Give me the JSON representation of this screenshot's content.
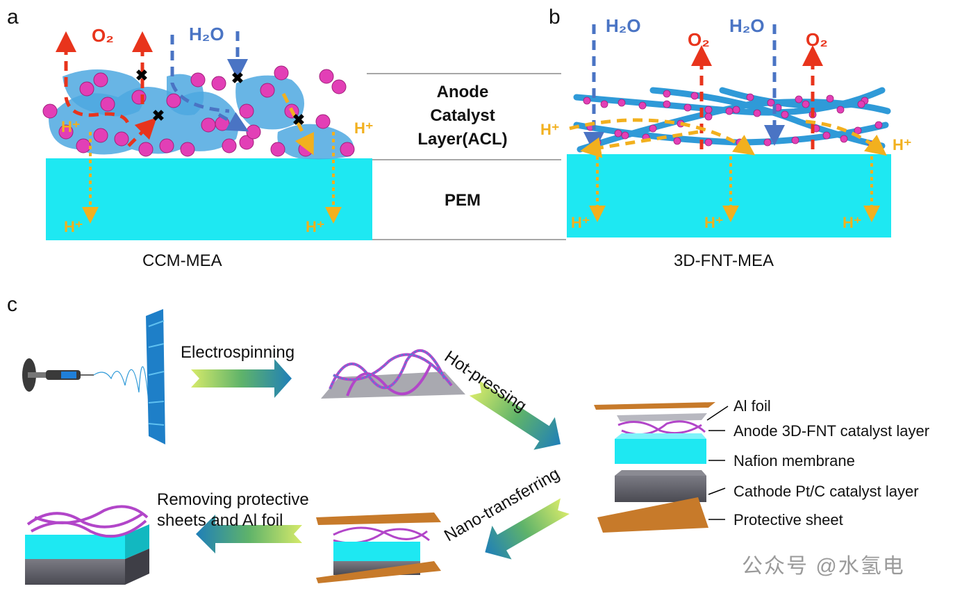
{
  "panels": {
    "a": "a",
    "b": "b",
    "c": "c"
  },
  "captions": {
    "ccm": "CCM-MEA",
    "fnt": "3D-FNT-MEA"
  },
  "middle": {
    "acl_line1": "Anode",
    "acl_line2": "Catalyst",
    "acl_line3": "Layer(ACL)",
    "pem": "PEM"
  },
  "species": {
    "o2": "O₂",
    "h2o": "H₂O",
    "h_plus": "H⁺"
  },
  "steps": {
    "electrospinning": "Electrospinning",
    "hot_pressing": "Hot-pressing",
    "nano_transferring": "Nano-transferring",
    "removing_line1": "Removing protective",
    "removing_line2": "sheets and Al foil"
  },
  "legend": [
    "Al foil",
    "Anode 3D-FNT catalyst layer",
    "Nafion membrane",
    "Cathode Pt/C catalyst layer",
    "Protective sheet"
  ],
  "watermark": "公众号 @水氢电",
  "colors": {
    "membrane": "#1ee8f2",
    "catalyst_blob": "#4ea8e0",
    "particle": "#e23fb6",
    "fiber": "#2f9ad8",
    "o2": "#e8341c",
    "h2o": "#4a74c4",
    "proton": "#f2b01e",
    "al_foil": "#c77a2a",
    "cathode": "#5e5e66"
  }
}
